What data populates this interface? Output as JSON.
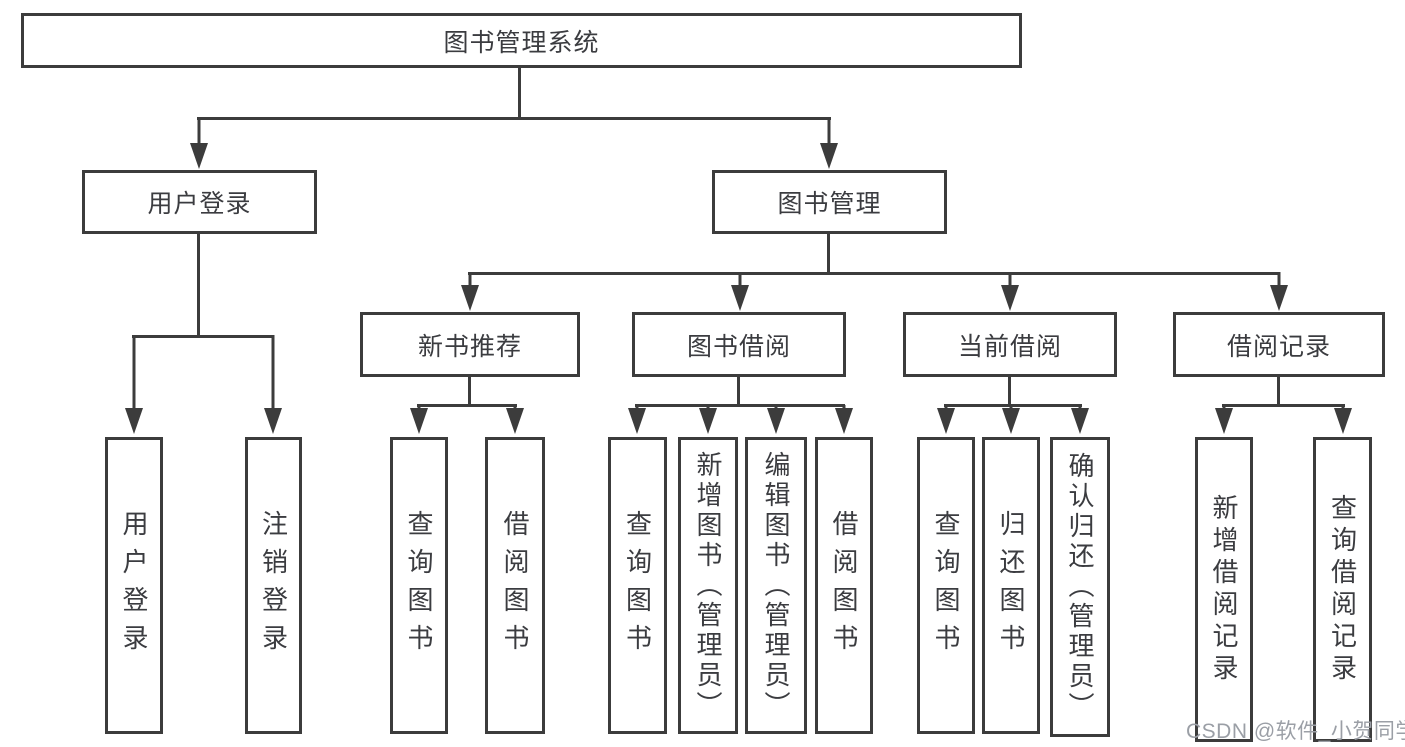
{
  "diagram": {
    "title": "图书管理系统",
    "watermark": "CSDN @软件_小贺同学",
    "colors": {
      "line": "#3c3c3c",
      "text": "#3b3c40",
      "watermark": "#9b9fa6"
    },
    "tree": {
      "label": "图书管理系统",
      "children": [
        {
          "label": "用户登录",
          "children": [
            {
              "label": "用户登录"
            },
            {
              "label": "注销登录"
            }
          ]
        },
        {
          "label": "图书管理",
          "children": [
            {
              "label": "新书推荐",
              "children": [
                {
                  "label": "查询图书"
                },
                {
                  "label": "借阅图书"
                }
              ]
            },
            {
              "label": "图书借阅",
              "children": [
                {
                  "label": "查询图书"
                },
                {
                  "label": "新增图书（管理员）"
                },
                {
                  "label": "编辑图书（管理员）"
                },
                {
                  "label": "借阅图书"
                }
              ]
            },
            {
              "label": "当前借阅",
              "children": [
                {
                  "label": "查询图书"
                },
                {
                  "label": "归还图书"
                },
                {
                  "label": "确认归还（管理员）"
                }
              ]
            },
            {
              "label": "借阅记录",
              "children": [
                {
                  "label": "新增借阅记录"
                },
                {
                  "label": "查询借阅记录"
                }
              ]
            }
          ]
        }
      ]
    }
  }
}
